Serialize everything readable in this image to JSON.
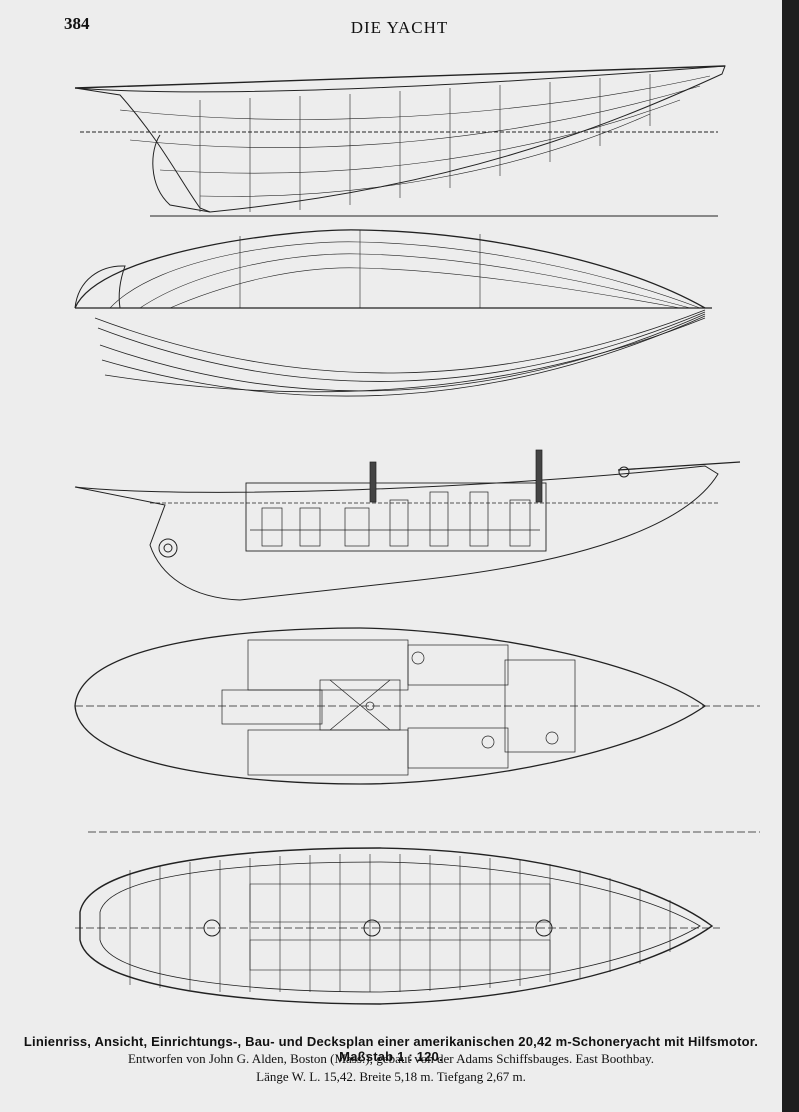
{
  "page": {
    "number": "384",
    "header": "DIE YACHT"
  },
  "drawings": [
    {
      "name": "lines-profile"
    },
    {
      "name": "half-breadth-plan"
    },
    {
      "name": "waterlines-plan"
    },
    {
      "name": "inboard-profile"
    },
    {
      "name": "accommodation-plan"
    },
    {
      "name": "deck-and-construction-plan"
    }
  ],
  "caption": {
    "line1": "Linienriss, Ansicht, Einrichtungs-, Bau- und Decksplan einer amerikanischen 20,42 m-Schoneryacht mit Hilfsmotor. Maßstab 1 : 120.",
    "line2": "Entworfen von John G. Alden, Boston (Mass.); gebaut von der Adams Schiffsbauges. East Boothbay.",
    "line3": "Länge W. L. 15,42. Breite 5,18 m. Tiefgang 2,67 m."
  }
}
